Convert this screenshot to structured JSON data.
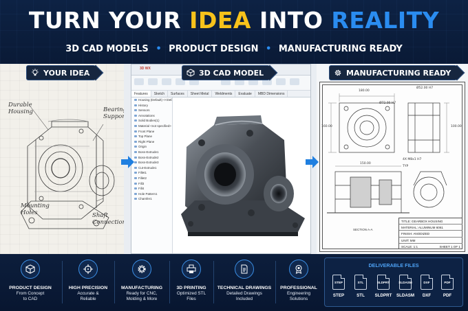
{
  "header": {
    "title_part1": "TURN YOUR",
    "title_part2": "IDEA",
    "title_part3": "INTO",
    "title_part4": "REALITY",
    "sub1": "3D CAD MODELS",
    "sub2": "PRODUCT DESIGN",
    "sub3": "MANUFACTURING READY",
    "bullet": "•"
  },
  "colors": {
    "accent_yellow": "#f7c21b",
    "accent_blue": "#2a8cf0",
    "background": "#0b1a33"
  },
  "panels": {
    "idea": {
      "label": "YOUR IDEA",
      "icon": "lightbulb-icon",
      "notes": {
        "durable_1": "Durable",
        "durable_2": "Housing",
        "bearing_1": "Bearing",
        "bearing_2": "Support",
        "mounting_1": "Mounting",
        "mounting_2": "Holes",
        "shaft_1": "Shaft",
        "shaft_2": "Connection"
      }
    },
    "cad": {
      "label": "3D CAD MODEL",
      "icon": "cube-icon",
      "window_title": "3D WX",
      "tabs": [
        "Features",
        "Sketch",
        "Surfaces",
        "Sheet Metal",
        "Weldments",
        "Evaluate",
        "MBD Dimensions"
      ],
      "tree": [
        "Housing (Default) <<Default>",
        "History",
        "Sensors",
        "Annotations",
        "Solid Bodies(1)",
        "Material <not specified>",
        "Front Plane",
        "Top Plane",
        "Right Plane",
        "Origin",
        "Boss-Extrude1",
        "Boss-Extrude2",
        "Boss-Extrude3",
        "Cut-Extrude1",
        "Fillet1",
        "Fillet2",
        "Fill3",
        "Fill4",
        "Hole Pattern1",
        "Chamfer1"
      ]
    },
    "mfg": {
      "label": "MANUFACTURING READY",
      "icon": "gear-icon",
      "dims": {
        "d1": "180.00",
        "d2": "Ø52.00 H7",
        "d3": "Ø72.00 H7",
        "d4": "160.00",
        "d5": "100.00",
        "d6": "4X M8x1 H7",
        "d7": "TYP",
        "d8": "150.00"
      },
      "section": "SECTION A-A",
      "title_block": {
        "title": "TITLE: GEARBOX HOUSING",
        "material": "MATERIAL: ALUMINUM 6061",
        "finish": "FINISH: ANODIZED",
        "unit": "UNIT: MM",
        "scale": "SCALE: 1:1",
        "sheet": "SHEET 1 OF 1"
      }
    }
  },
  "features": [
    {
      "title": "PRODUCT DESIGN",
      "desc1": "From Concept",
      "desc2": "to CAD",
      "icon": "cube-design-icon"
    },
    {
      "title": "HIGH PRECISION",
      "desc1": "Accurate &",
      "desc2": "Reliable",
      "icon": "crosshair-icon"
    },
    {
      "title": "MANUFACTURING",
      "desc1": "Ready for CNC,",
      "desc2": "Molding & More",
      "icon": "gear-icon"
    },
    {
      "title": "3D PRINTING",
      "desc1": "Optimized STL",
      "desc2": "Files",
      "icon": "printer-icon"
    },
    {
      "title": "TECHNICAL DRAWINGS",
      "desc1": "Detailed Drawings",
      "desc2": "Included",
      "icon": "document-icon"
    },
    {
      "title": "PROFESSIONAL",
      "desc1": "Engineering",
      "desc2": "Solutions",
      "icon": "award-icon"
    }
  ],
  "deliverables": {
    "heading": "DELIVERABLE FILES",
    "files": [
      {
        "icon_text": "STEP",
        "label": "STEP"
      },
      {
        "icon_text": "STL",
        "label": "STL"
      },
      {
        "icon_text": "SLDPRT",
        "label": "SLDPRT"
      },
      {
        "icon_text": "SLDASM",
        "label": "SLDASM"
      },
      {
        "icon_text": "DXF",
        "label": "DXF"
      },
      {
        "icon_text": "PDF",
        "label": "PDF"
      }
    ]
  }
}
